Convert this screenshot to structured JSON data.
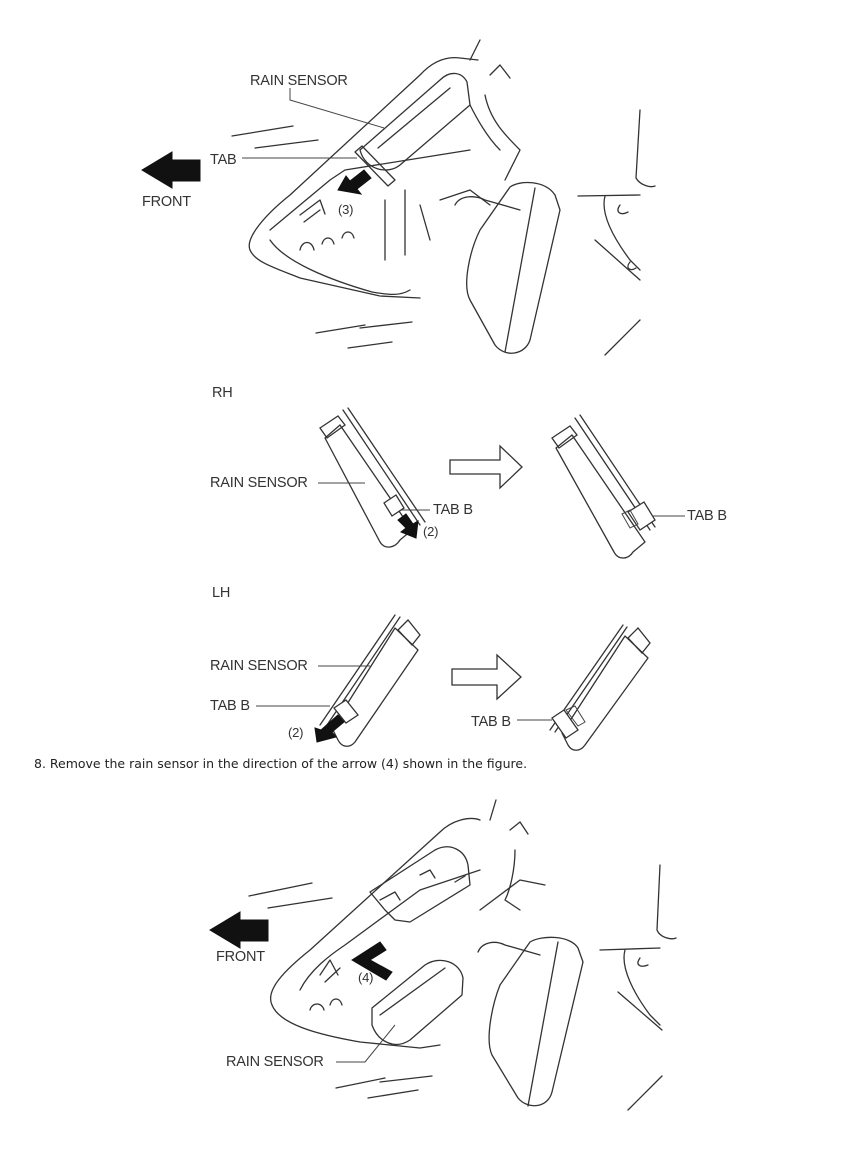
{
  "figure1": {
    "labels": {
      "rain_sensor": "RAIN SENSOR",
      "tab": "TAB",
      "front": "FRONT",
      "arrow_step": "(3)"
    }
  },
  "figure2": {
    "rh": {
      "heading": "RH",
      "rain_sensor": "RAIN SENSOR",
      "tab_b_before": "TAB B",
      "arrow_step": "(2)",
      "tab_b_after": "TAB B"
    },
    "lh": {
      "heading": "LH",
      "rain_sensor": "RAIN SENSOR",
      "tab_b_before": "TAB B",
      "arrow_step": "(2)",
      "tab_b_after": "TAB B"
    }
  },
  "step8": {
    "text": "8. Remove the rain sensor in the direction of the arrow (4) shown in the figure."
  },
  "figure3": {
    "labels": {
      "front": "FRONT",
      "arrow_step": "(4)",
      "rain_sensor": "RAIN SENSOR"
    }
  }
}
